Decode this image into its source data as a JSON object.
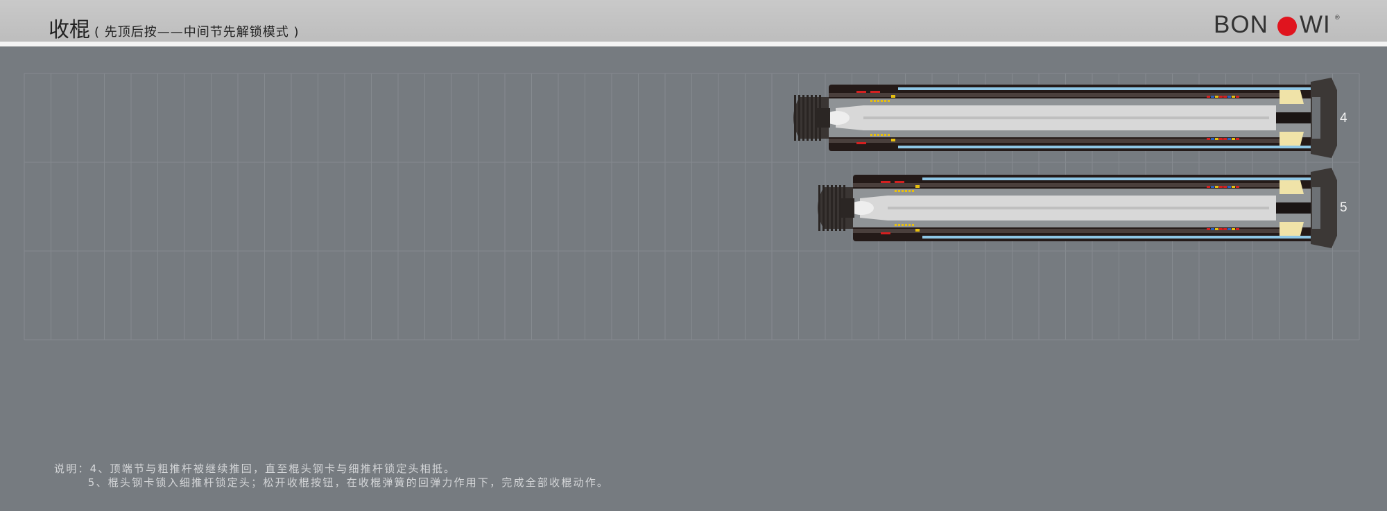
{
  "header": {
    "title": "收棍",
    "subtitle": "( 先顶后按——中间节先解锁模式 )",
    "logo_left": "BON",
    "logo_right": "WI",
    "logo_reg": "®"
  },
  "colors": {
    "background": "#767b80",
    "header": "#c2c2c2",
    "logo_dot": "#e0141e",
    "tube_outer": "#241a18",
    "tube_blue": "#8ec7e6",
    "rod_light": "#d8d8d8",
    "spring_yellow": "#f0e3a8"
  },
  "stages": [
    {
      "label": "4"
    },
    {
      "label": "5"
    }
  ],
  "notes": {
    "line1": "说明：4、顶端节与粗推杆被继续推回，直至棍头钢卡与细推杆锁定头相抵。",
    "line2": "       5、棍头钢卡锁入细推杆锁定头；松开收棍按钮，在收棍弹簧的回弹力作用下，完成全部收棍动作。"
  }
}
